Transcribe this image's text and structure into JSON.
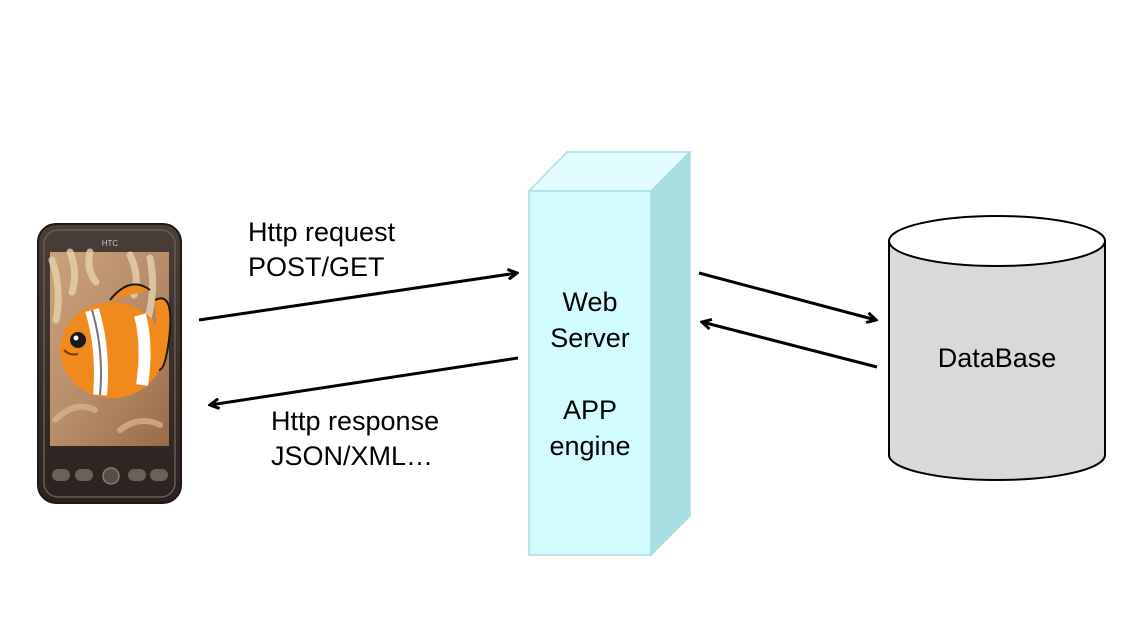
{
  "phone": {
    "brand": "HTC"
  },
  "request_label": {
    "line1": "Http request",
    "line2": "POST/GET"
  },
  "response_label": {
    "line1": "Http response",
    "line2": "JSON/XML…"
  },
  "server": {
    "line1": "Web",
    "line2": "Server",
    "line3": "APP",
    "line4": "engine"
  },
  "database": {
    "label": "DataBase"
  },
  "colors": {
    "server_front": "#d2fbfd",
    "server_side": "#a8dfe2",
    "server_top": "#e2fdff",
    "server_edge": "#a9dde0",
    "db_fill": "#d9d9d9",
    "db_top": "#ffffff",
    "arrow": "#000000",
    "phone_body": "#3a2f2a"
  }
}
